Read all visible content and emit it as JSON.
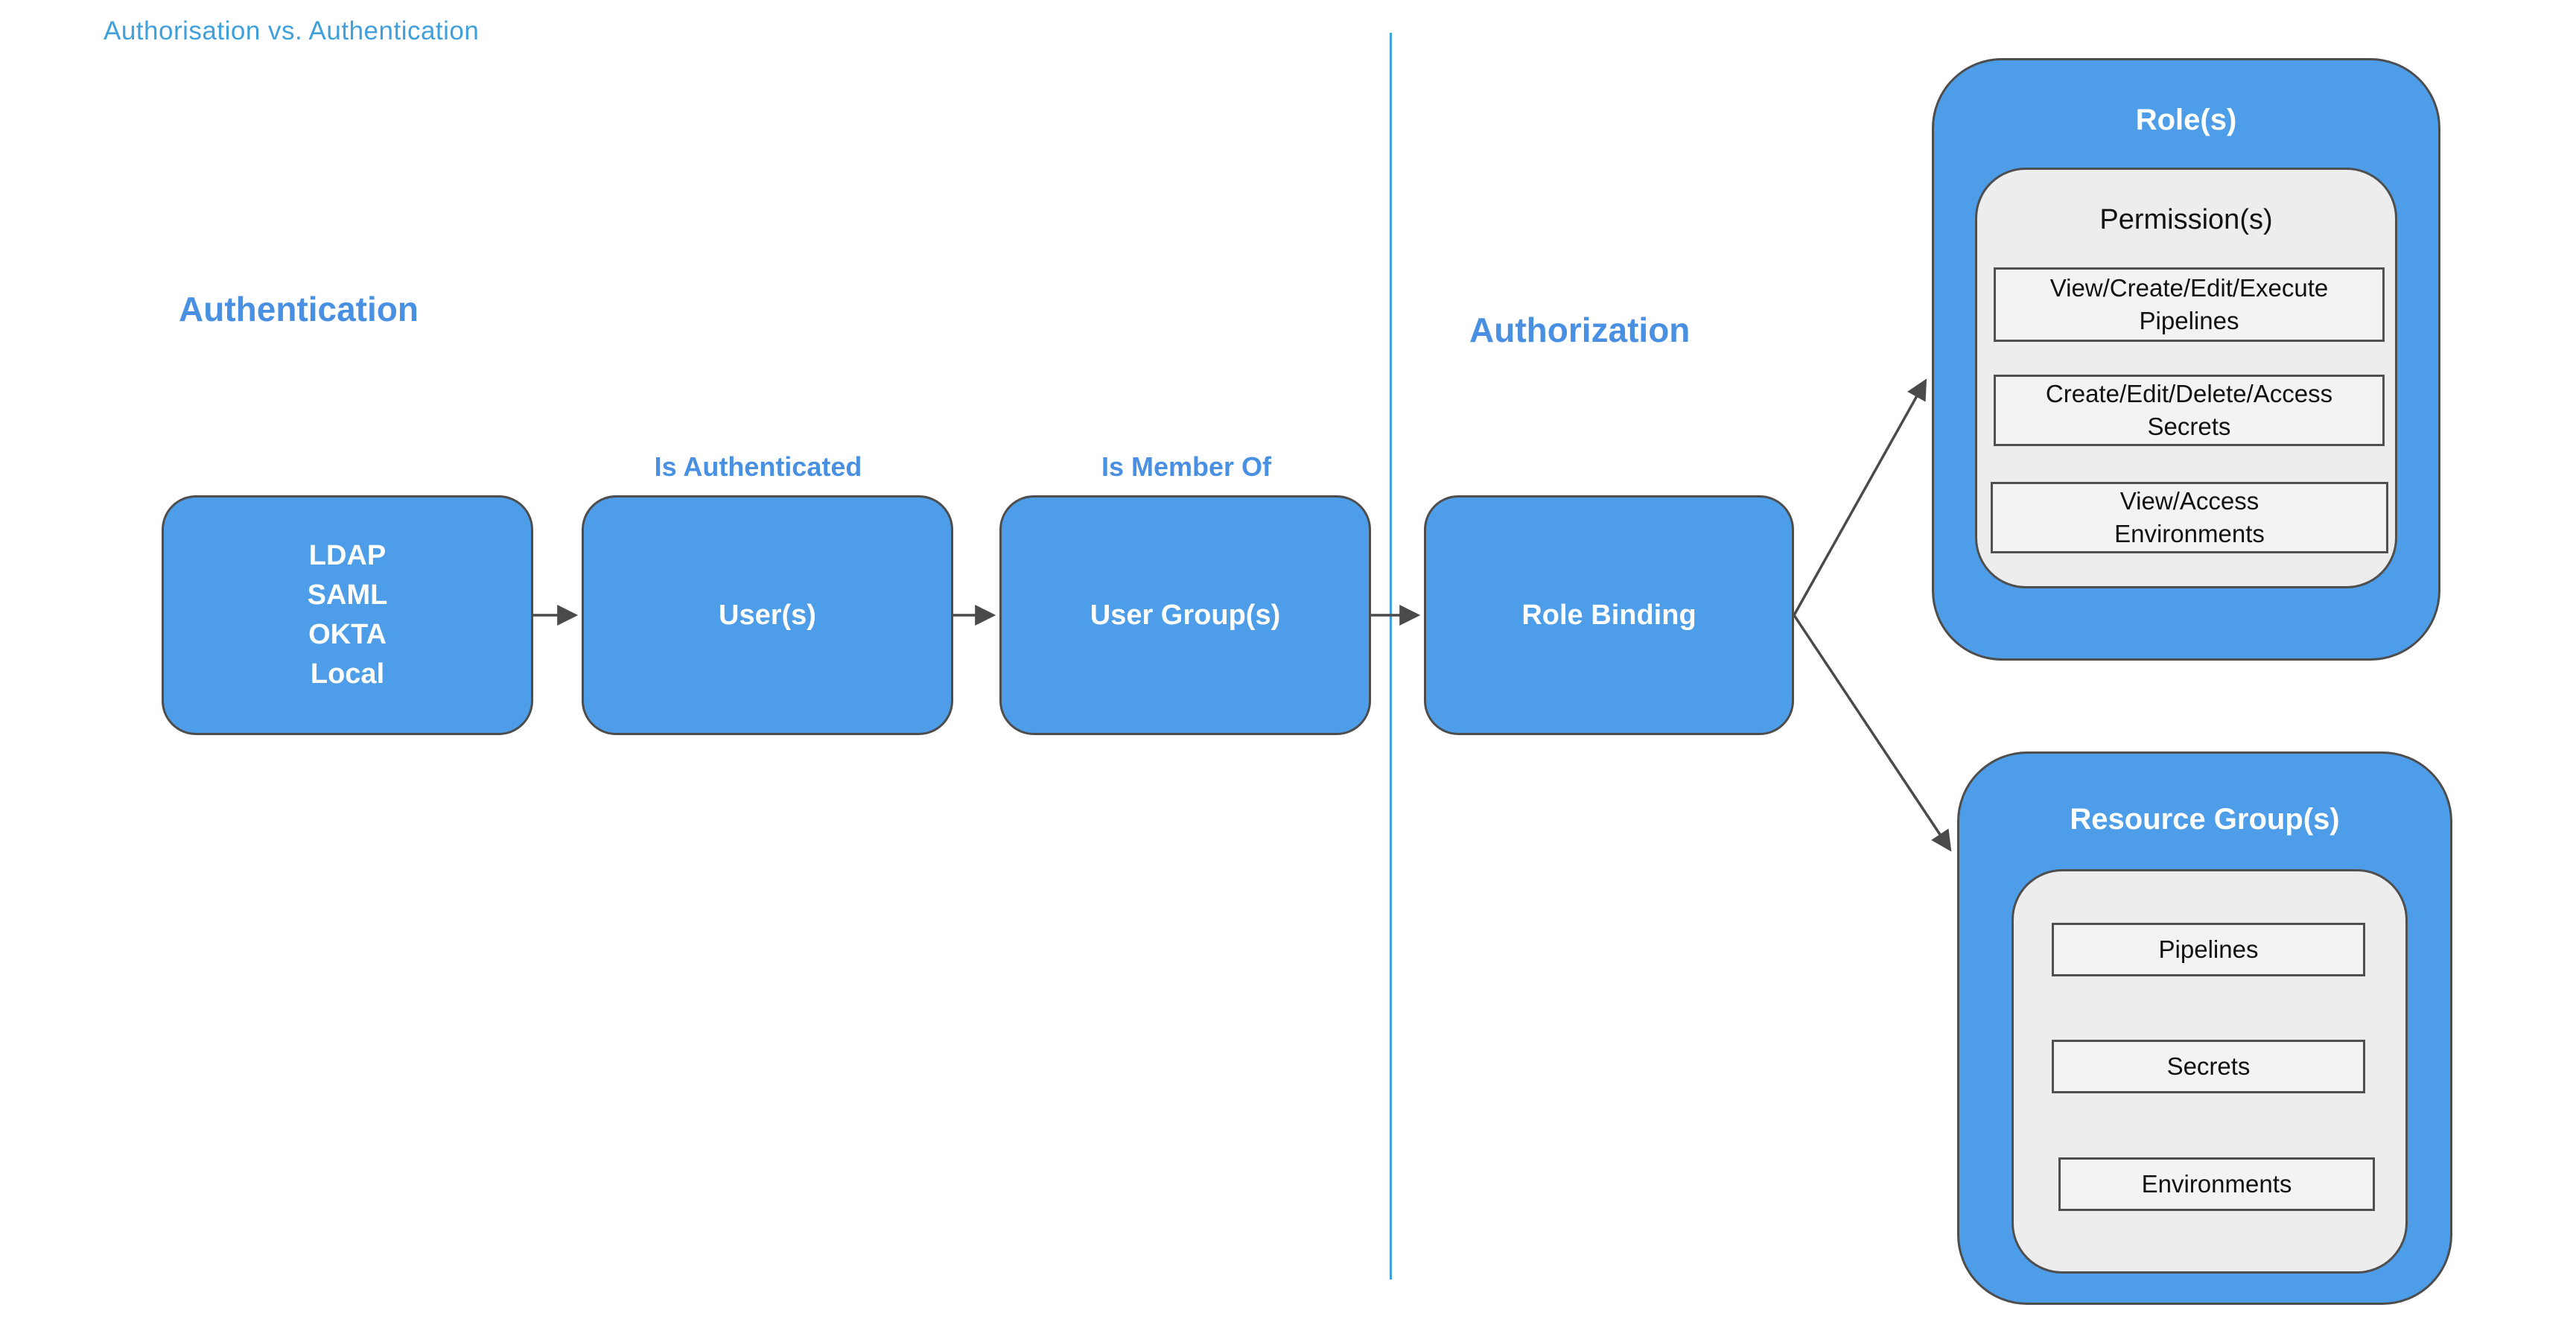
{
  "title": "Authorisation vs. Authentication",
  "sections": {
    "authentication": {
      "heading": "Authentication"
    },
    "authorization": {
      "heading": "Authorization"
    }
  },
  "flow": {
    "identity_providers": "LDAP\nSAML\nOKTA\nLocal",
    "users": "User(s)",
    "user_groups": "User Group(s)",
    "role_binding": "Role Binding"
  },
  "edges": {
    "is_authenticated": "Is Authenticated",
    "is_member_of": "Is Member Of"
  },
  "roles": {
    "title": "Role(s)",
    "panel_title": "Permission(s)",
    "permissions": [
      "View/Create/Edit/Execute\nPipelines",
      "Create/Edit/Delete/Access\nSecrets",
      "View/Access\nEnvironments"
    ]
  },
  "resource_groups": {
    "title": "Resource Group(s)",
    "items": [
      "Pipelines",
      "Secrets",
      "Environments"
    ]
  },
  "colors": {
    "node_fill": "#4D9DE8",
    "node_border": "#4D4D4D",
    "heading_blue": "#4A90E2",
    "title_blue": "#3FA0DB",
    "divider_blue": "#41A3DC",
    "panel_fill": "#EDEDED",
    "item_fill": "#F3F3F4",
    "arrow": "#4A4A4A",
    "text_on_blue": "#FFFFFF",
    "text_dark": "#111111"
  }
}
